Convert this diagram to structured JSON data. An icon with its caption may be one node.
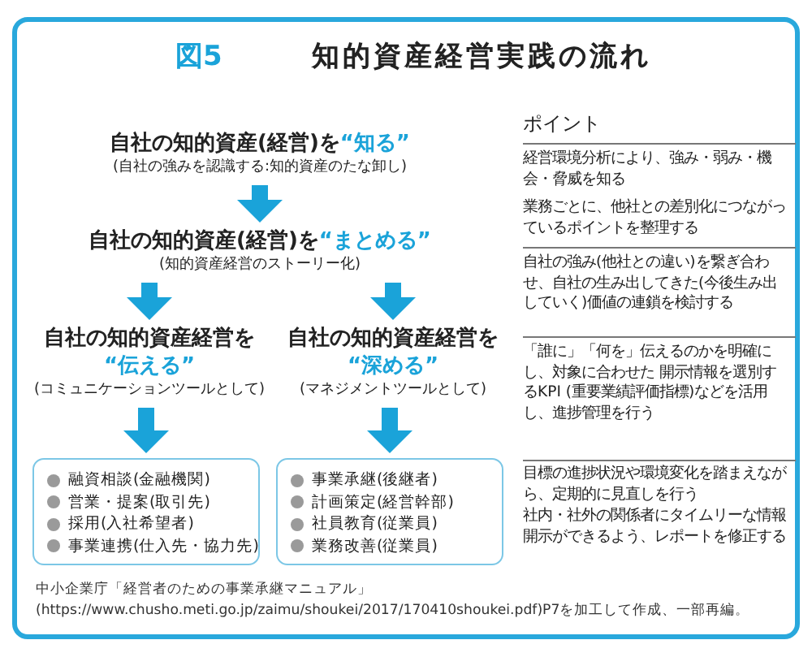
{
  "diagram": {
    "title": "知的資産経営実践の流れ",
    "caption": "中小企業庁「経営者のための事業承継マニュアル」(https://www.chusho.meti.go.jp/zaimu/shoukei/2017/170410shoukei.pdf)P7を加工して作成、一部再編。",
    "nodes": [
      {
        "text": [
          "自社の知的資産(経営)を",
          "“知る”",
          "(自社の強みを認識する:知的資産のたな卸し)"
        ]
      },
      {
        "text": [
          "自社の知的資産(経営)を",
          "“まとめる”",
          "(知的資産経営のストーリー化)"
        ]
      },
      {
        "text": [
          "自社の知的資産経営を",
          "“伝える”",
          "(コミュニケーションツールとして)"
        ]
      },
      {
        "text": [
          "自社の知的資産経営を",
          "“深める”",
          "(マネジメントツールとして)"
        ]
      },
      {
        "text": [
          "融資相談(金融機関)",
          "営業・提案(取引先)",
          "採用(入社希望者)",
          "事業連携(仕入先・協力先)"
        ]
      },
      {
        "text": [
          "事業承継(後継者)",
          "計画策定(経営幹部)",
          "社員教育(従業員)",
          "業務改善(従業員)"
        ]
      }
    ],
    "edges": [
      {
        "from": 0,
        "to": 1,
        "arrow": "to"
      },
      {
        "from": 1,
        "to": 2,
        "arrow": "to"
      },
      {
        "from": 1,
        "to": 3,
        "arrow": "to"
      },
      {
        "from": 2,
        "to": 4,
        "arrow": "to"
      },
      {
        "from": 3,
        "to": 5,
        "arrow": "to"
      }
    ],
    "labels": [
      "図5",
      "ポイント",
      "経営環境分析により、強み・弱み・機会・脅威を知る",
      "業務ごとに、他社との差別化につながっているポイントを整理する",
      "自社の強み(他社との違い)を繋ぎ合わせ、自社の生み出してきた(今後生み出していく)価値の連鎖を検討する",
      "「誰に」「何を」伝えるのかを明確にし、対象に合わせた 開示情報を選別するKPI (重要業績評価指標)などを活用し、進捗管理を行う",
      "目標の進捗状況や環境変化を踏まえながら、定期的に見直しを行う",
      "社内・社外の関係者にタイムリーな情報開示ができるよう、レポートを修正する"
    ]
  }
}
